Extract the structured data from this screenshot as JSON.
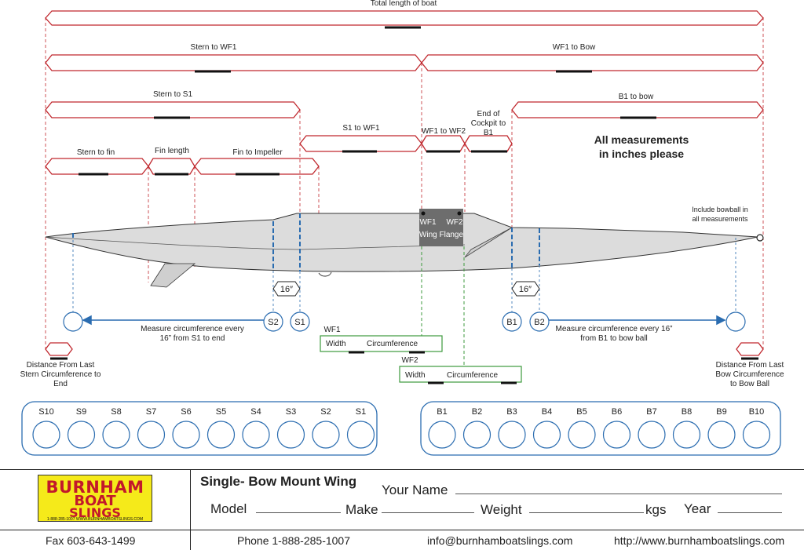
{
  "dims": {
    "total": "Total length of boat",
    "stern_wf1": "Stern to WF1",
    "wf1_bow": "WF1 to Bow",
    "stern_s1": "Stern to S1",
    "b1_bow": "B1 to bow",
    "s1_wf1": "S1 to WF1",
    "wf1_wf2": "WF1 to WF2",
    "cockpit": [
      "End of",
      "Cockpit to",
      "B1"
    ],
    "stern_fin": "Stern to fin",
    "fin_len": "Fin length",
    "fin_imp": "Fin to Impeller"
  },
  "note": [
    "All measurements",
    "in inches please"
  ],
  "bowball_note": [
    "Include bowball in",
    "all measurements"
  ],
  "wing": {
    "wf1": "WF1",
    "wf2": "WF2",
    "label": "Wing Flange"
  },
  "spacing_label": "16″",
  "stern_measure": [
    "Measure circumference every",
    "16” from S1 to end"
  ],
  "bow_measure": [
    "Measure circumference every 16”",
    "from B1 to bow ball"
  ],
  "stern_circles": [
    "S2",
    "S1"
  ],
  "bow_circles": [
    "B1",
    "B2"
  ],
  "wf1_box": {
    "title": "WF1",
    "width": "Width",
    "circ": "Circumference"
  },
  "wf2_box": {
    "title": "WF2",
    "width": "Width",
    "circ": "Circumference"
  },
  "stern_end": [
    "Distance From Last",
    "Stern Circumference to",
    "End"
  ],
  "bow_end": [
    "Distance From Last",
    "Bow Circumference",
    "to Bow Ball"
  ],
  "stern_row": [
    "S10",
    "S9",
    "S8",
    "S7",
    "S6",
    "S5",
    "S4",
    "S3",
    "S2",
    "S1"
  ],
  "bow_row": [
    "B1",
    "B2",
    "B3",
    "B4",
    "B5",
    "B6",
    "B7",
    "B8",
    "B9",
    "B10"
  ],
  "colors": {
    "red": "#c0272d",
    "blue": "#2a6cb0",
    "green": "#3c9a3c",
    "gray": "#6d6d6d"
  },
  "footer": {
    "logo": [
      "BURNHAM",
      "BOAT",
      "SLINGS",
      "1-888-285-1007  WWW.BURNHAMBOATSLINGS.COM"
    ],
    "title": "Single- Bow Mount Wing",
    "your_name": "Your Name",
    "model": "Model",
    "make": "Make",
    "weight": "Weight",
    "kgs": "kgs",
    "year": "Year",
    "fax": "Fax 603-643-1499",
    "phone": "Phone 1-888-285-1007",
    "email": "info@burnhamboatslings.com",
    "web": "http://www.burnhamboatslings.com"
  }
}
